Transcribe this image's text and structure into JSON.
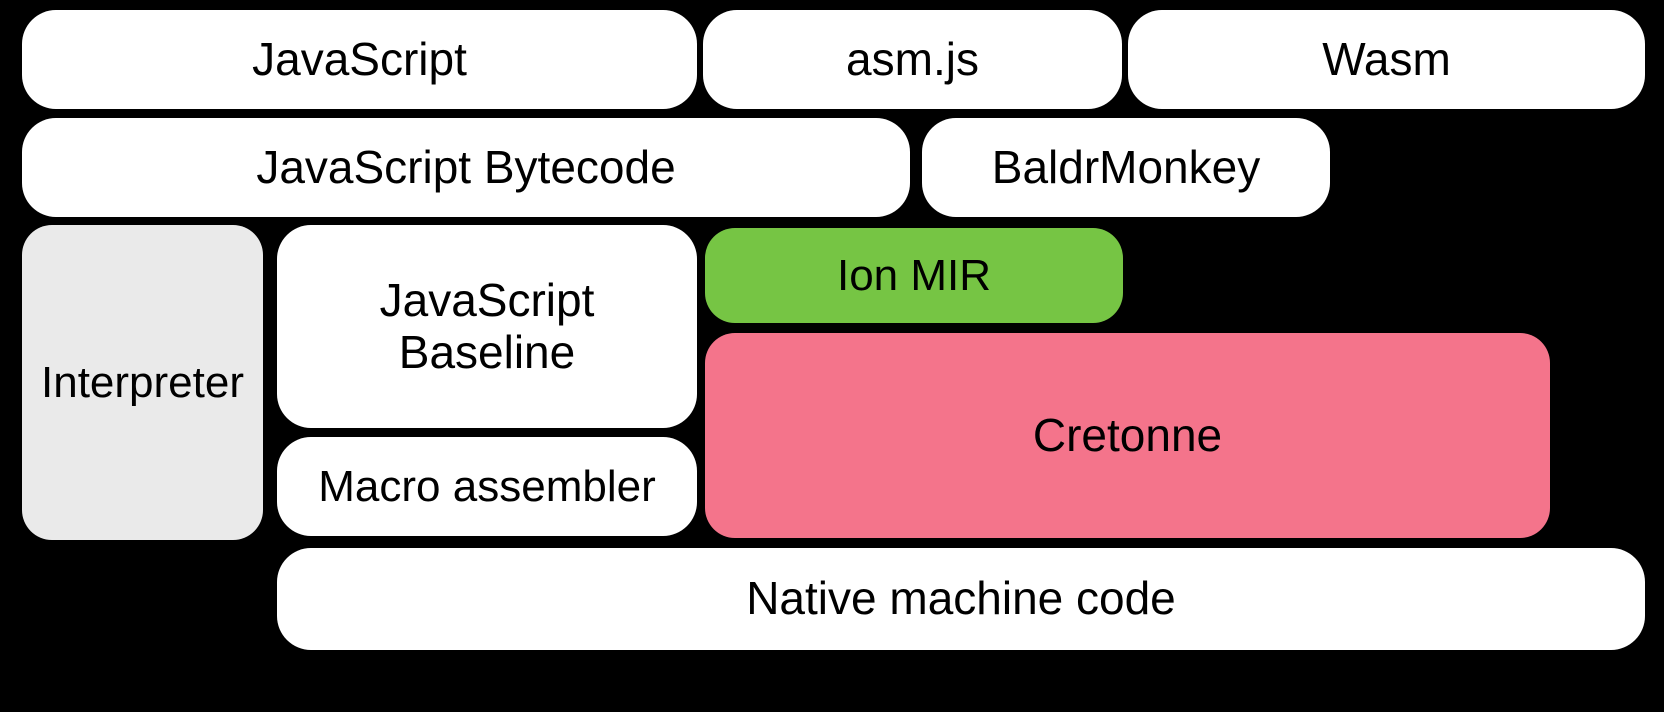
{
  "diagram": {
    "title": "SpiderMonkey compilation pipeline layers",
    "background_color": "#000000",
    "rows": [
      {
        "name": "source-formats",
        "boxes": [
          {
            "id": "javascript",
            "label": "JavaScript",
            "color": "#FFFFFF"
          },
          {
            "id": "asmjs",
            "label": "asm.js",
            "color": "#FFFFFF"
          },
          {
            "id": "wasm",
            "label": "Wasm",
            "color": "#FFFFFF"
          }
        ]
      },
      {
        "name": "frontend-representations",
        "boxes": [
          {
            "id": "js_bytecode",
            "label": "JavaScript Bytecode",
            "color": "#FFFFFF"
          },
          {
            "id": "baldrmonkey",
            "label": "BaldrMonkey",
            "color": "#FFFFFF"
          }
        ]
      },
      {
        "name": "backends",
        "boxes": [
          {
            "id": "interpreter",
            "label": "Interpreter",
            "color": "#EAEAEA"
          },
          {
            "id": "js_baseline",
            "label": "JavaScript\nBaseline",
            "color": "#FFFFFF"
          },
          {
            "id": "macro_assembler",
            "label": "Macro assembler",
            "color": "#FFFFFF"
          },
          {
            "id": "ion_mir",
            "label": "Ion MIR",
            "color": "#76C544"
          },
          {
            "id": "cretonne",
            "label": "Cretonne",
            "color": "#F4748B"
          }
        ]
      },
      {
        "name": "output",
        "boxes": [
          {
            "id": "native_code",
            "label": "Native machine code",
            "color": "#FFFFFF"
          }
        ]
      }
    ],
    "labels": {
      "javascript": "JavaScript",
      "asmjs": "asm.js",
      "wasm": "Wasm",
      "js_bytecode": "JavaScript Bytecode",
      "baldrmonkey": "BaldrMonkey",
      "interpreter": "Interpreter",
      "js_baseline": "JavaScript\nBaseline",
      "macro_assembler": "Macro assembler",
      "ion_mir": "Ion MIR",
      "cretonne": "Cretonne",
      "native_code": "Native machine code"
    },
    "colors": {
      "background": "#000000",
      "box_default": "#FFFFFF",
      "interpreter_gray": "#EAEAEA",
      "ion_mir_green": "#76C544",
      "cretonne_pink": "#F4748B",
      "text": "#000000"
    }
  }
}
